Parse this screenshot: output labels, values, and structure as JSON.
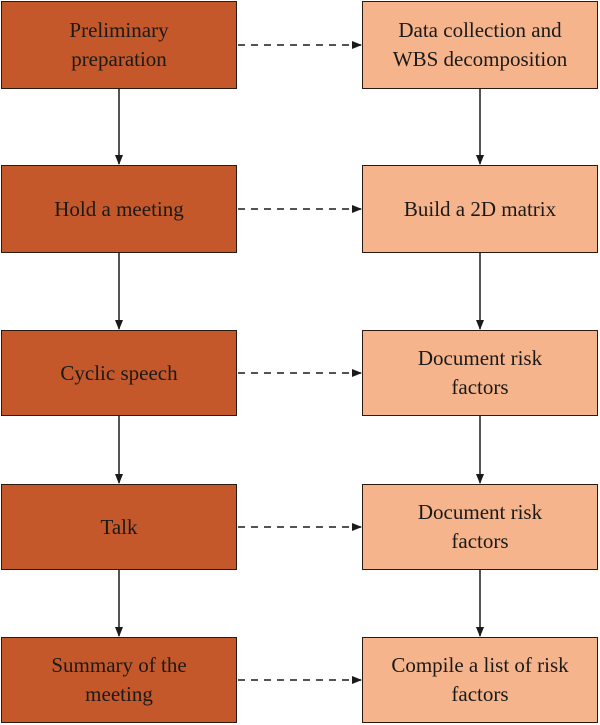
{
  "steps": [
    {
      "main": "Preliminary preparation",
      "detail": "Data collection and WBS decomposition"
    },
    {
      "main": "Hold a meeting",
      "detail": "Build a 2D matrix"
    },
    {
      "main": "Cyclic speech",
      "detail": "Document risk factors"
    },
    {
      "main": "Talk",
      "detail": "Document risk factors"
    },
    {
      "main": "Summary of the meeting",
      "detail": "Compile a list of risk factors"
    }
  ],
  "colors": {
    "main_fill": "#c4582a",
    "detail_fill": "#f6b48c",
    "stroke": "#1a1a1a"
  }
}
